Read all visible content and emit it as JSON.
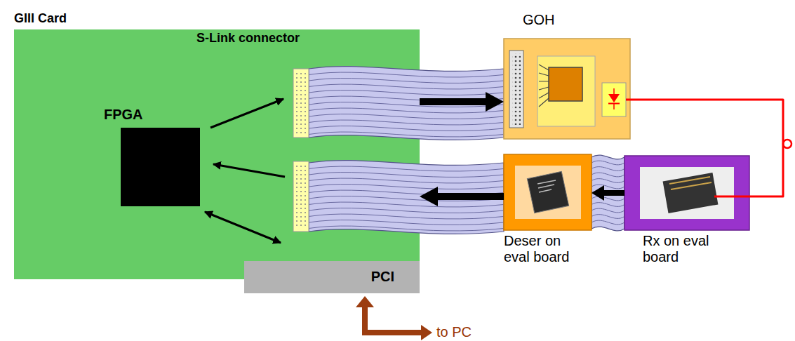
{
  "diagram": {
    "nodes": [
      {
        "text": [
          "GIII Card"
        ]
      },
      {
        "text": [
          "FPGA"
        ],
        "in": 0
      },
      {
        "text": [
          "GOH"
        ]
      },
      {
        "text": [
          "Deser on eval board"
        ]
      },
      {
        "text": [
          "Rx on eval board"
        ]
      },
      {
        "text": [
          "PCI"
        ]
      }
    ],
    "edges": [
      {
        "from": 0,
        "to": 2,
        "arrow": "to"
      },
      {
        "from": 3,
        "to": 0,
        "arrow": "to"
      },
      {
        "from": 4,
        "to": 3,
        "arrow": "to"
      },
      {
        "from": 2,
        "to": 4,
        "arrow": "none"
      }
    ],
    "labels": [
      "S-Link connector",
      "to PC"
    ]
  }
}
